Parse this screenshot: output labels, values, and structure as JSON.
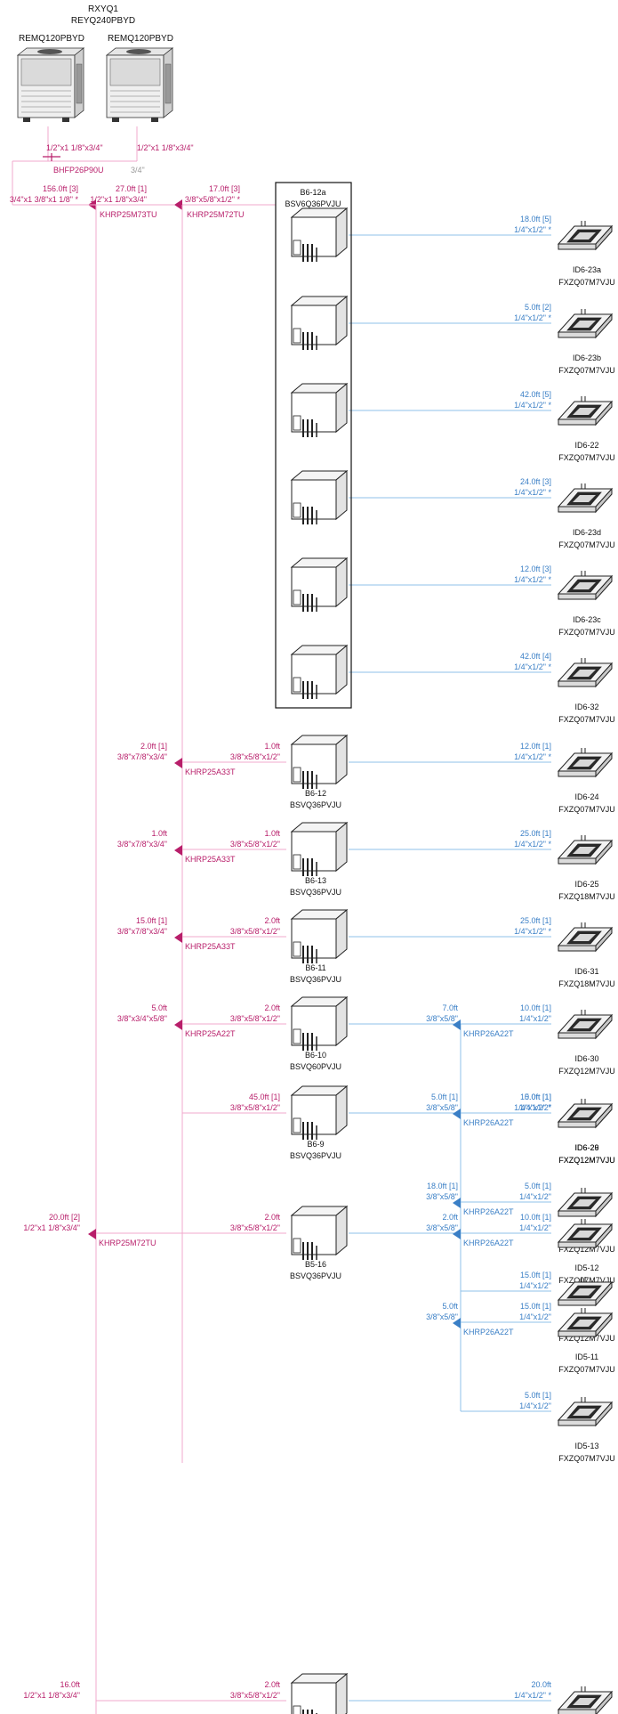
{
  "colors": {
    "magenta": "#b81e6a",
    "pipe": "#f2a9cc",
    "blue": "#3a7fc6",
    "bluePipe": "#8fc0ea",
    "black": "#111111"
  },
  "header": {
    "system_name": "RXYQ1",
    "system_model": "REYQ240PBYD",
    "outdoor_units": [
      {
        "model": "REMQ120PBYD",
        "pipe": "1/2\"x1 1/8\"x3/4\""
      },
      {
        "model": "REMQ120PBYD",
        "pipe": "1/2\"x1 1/8\"x3/4\""
      }
    ],
    "joint": "BHFP26P90U",
    "joint_size": "3/4\""
  },
  "main_branches": [
    {
      "length": "156.0ft [3]",
      "pipe": "3/4\"x1 3/8\"x1 1/8\" *"
    },
    {
      "length": "27.0ft [1]",
      "pipe": "1/2\"x1 1/8\"x3/4\"",
      "kit": "KHRP25M73TU"
    },
    {
      "length": "17.0ft [3]",
      "pipe": "3/8\"x5/8\"x1/2\" *",
      "kit": "KHRP25M72TU"
    }
  ],
  "multi_bs": {
    "name": "B6-12a",
    "model": "BSV6Q36PVJU",
    "ports": [
      {
        "length": "18.0ft [5]",
        "pipe": "1/4\"x1/2\" *",
        "name": "ID6-23a",
        "model": "FXZQ07M7VJU"
      },
      {
        "length": "5.0ft [2]",
        "pipe": "1/4\"x1/2\" *",
        "name": "ID6-23b",
        "model": "FXZQ07M7VJU"
      },
      {
        "length": "42.0ft [5]",
        "pipe": "1/4\"x1/2\" *",
        "name": "ID6-22",
        "model": "FXZQ07M7VJU"
      },
      {
        "length": "24.0ft [3]",
        "pipe": "1/4\"x1/2\" *",
        "name": "ID6-23d",
        "model": "FXZQ07M7VJU"
      },
      {
        "length": "12.0ft [3]",
        "pipe": "1/4\"x1/2\" *",
        "name": "ID6-23c",
        "model": "FXZQ07M7VJU"
      },
      {
        "length": "42.0ft [4]",
        "pipe": "1/4\"x1/2\" *",
        "name": "ID6-32",
        "model": "FXZQ07M7VJU"
      }
    ]
  },
  "branches": [
    {
      "left_length": "2.0ft [1]",
      "left_pipe": "3/8\"x7/8\"x3/4\"",
      "bs_length": "1.0ft",
      "bs_pipe": "3/8\"x5/8\"x1/2\"",
      "kit": "KHRP25A33T",
      "bs_name": "B6-12",
      "bs_model": "BSVQ36PVJU"
    },
    {
      "left_length": "1.0ft",
      "left_pipe": "3/8\"x7/8\"x3/4\"",
      "bs_length": "1.0ft",
      "bs_pipe": "3/8\"x5/8\"x1/2\"",
      "kit": "KHRP25A33T",
      "bs_name": "B6-13",
      "bs_model": "BSVQ36PVJU"
    },
    {
      "left_length": "15.0ft [1]",
      "left_pipe": "3/8\"x7/8\"x3/4\"",
      "bs_length": "2.0ft",
      "bs_pipe": "3/8\"x5/8\"x1/2\"",
      "kit": "KHRP25A33T",
      "bs_name": "B6-11",
      "bs_model": "BSVQ36PVJU"
    },
    {
      "left_length": "5.0ft",
      "left_pipe": "3/8\"x3/4\"x5/8\"",
      "bs_length": "2.0ft",
      "bs_pipe": "3/8\"x5/8\"x1/2\"",
      "kit": "KHRP25A22T",
      "bs_name": "B6-10",
      "bs_model": "BSVQ60PVJU"
    },
    {
      "bs_length": "45.0ft [1]",
      "bs_pipe": "3/8\"x5/8\"x1/2\"",
      "bs_name": "B6-9",
      "bs_model": "BSVQ36PVJU"
    },
    {
      "left_length": "20.0ft [2]",
      "left_pipe": "1/2\"x1 1/8\"x3/4\"",
      "bs_length": "2.0ft",
      "bs_pipe": "3/8\"x5/8\"x1/2\"",
      "kit": "KHRP25M72TU",
      "bs_name": "B5-16",
      "bs_model": "BSVQ36PVJU"
    },
    {
      "left_length": "16.0ft",
      "left_pipe": "1/2\"x1 1/8\"x3/4\"",
      "bs_length": "2.0ft",
      "bs_pipe": "3/8\"x5/8\"x1/2\""
    }
  ],
  "indoor_single": [
    {
      "length": "12.0ft [1]",
      "pipe": "1/4\"x1/2\" *",
      "name": "ID6-24",
      "model": "FXZQ07M7VJU"
    },
    {
      "length": "25.0ft [1]",
      "pipe": "1/4\"x1/2\" *",
      "name": "ID6-25",
      "model": "FXZQ18M7VJU"
    },
    {
      "length": "25.0ft [1]",
      "pipe": "1/4\"x1/2\" *",
      "name": "ID6-31",
      "model": "FXZQ18M7VJU"
    },
    {
      "length": "10.0ft [1]",
      "pipe": "1/4\"x1/2\" *",
      "name": "ID6-26",
      "model": "FXZQ12M7VJU"
    },
    {
      "length": "20.0ft",
      "pipe": "1/4\"x1/2\" *"
    }
  ],
  "b610_group": {
    "joints": [
      {
        "length": "7.0ft",
        "pipe": "3/8\"x5/8\"",
        "kit": "KHRP26A22T"
      },
      {
        "length": "5.0ft [1]",
        "pipe": "3/8\"x5/8\"",
        "kit": "KHRP26A22T"
      },
      {
        "length": "18.0ft [1]",
        "pipe": "3/8\"x5/8\"",
        "kit": "KHRP26A22T"
      }
    ],
    "units": [
      {
        "length": "10.0ft [1]",
        "pipe": "1/4\"x1/2\"",
        "name": "ID6-30",
        "model": "FXZQ12M7VJU"
      },
      {
        "length": "5.0ft [1]",
        "pipe": "1/4\"x1/2\"",
        "name": "ID6-29",
        "model": "FXZQ12M7VJU"
      },
      {
        "length": "5.0ft [1]",
        "pipe": "1/4\"x1/2\"",
        "name": "ID6-28",
        "model": "FXZQ12M7VJU"
      },
      {
        "length": "15.0ft [1]",
        "pipe": "1/4\"x1/2\"",
        "name": "ID6-27",
        "model": "FXZQ12M7VJU"
      }
    ]
  },
  "b516_group": {
    "joints": [
      {
        "length": "2.0ft",
        "pipe": "3/8\"x5/8\"",
        "kit": "KHRP26A22T"
      },
      {
        "length": "5.0ft",
        "pipe": "3/8\"x5/8\"",
        "kit": "KHRP26A22T"
      }
    ],
    "units": [
      {
        "length": "10.0ft [1]",
        "pipe": "1/4\"x1/2\"",
        "name": "ID5-12",
        "model": "FXZQ07M7VJU"
      },
      {
        "length": "15.0ft [1]",
        "pipe": "1/4\"x1/2\"",
        "name": "ID5-11",
        "model": "FXZQ07M7VJU"
      },
      {
        "length": "5.0ft [1]",
        "pipe": "1/4\"x1/2\"",
        "name": "ID5-13",
        "model": "FXZQ07M7VJU"
      }
    ]
  }
}
